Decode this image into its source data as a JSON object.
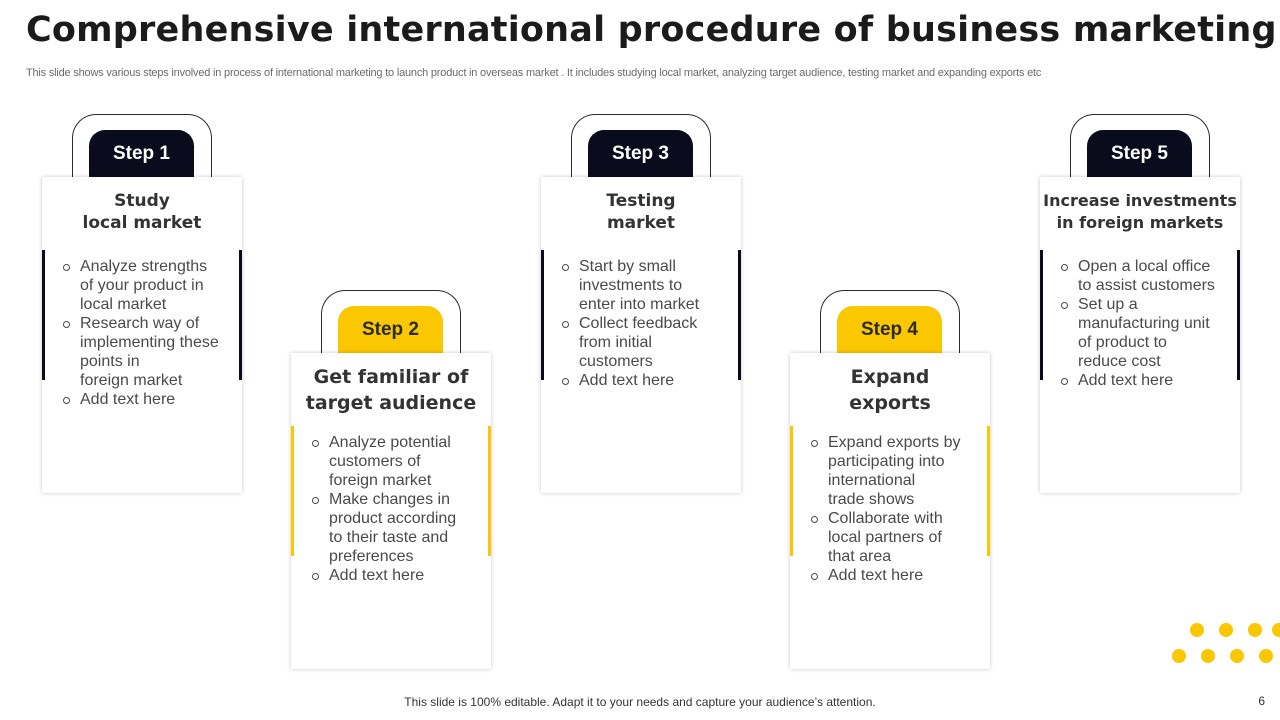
{
  "slide": {
    "title": "Comprehensive international procedure of business marketing",
    "subtitle": "This slide shows various steps involved in process of international marketing to launch product in overseas market . It includes studying local market, analyzing target audience, testing market and expanding exports etc",
    "footer": "This slide is 100% editable. Adapt it to your needs and capture your audience’s attention.",
    "page_number": "6"
  },
  "colors": {
    "dark": "#0a0b1c",
    "yellow": "#fbc700"
  },
  "steps": [
    {
      "label": "Step 1",
      "title": "Study\nlocal market",
      "bullets": [
        "Analyze strengths\nof your product in\nlocal market",
        "Research way of\nimplementing these\npoints in\nforeign market",
        "Add text here"
      ]
    },
    {
      "label": "Step 2",
      "title": "Get familiar of\ntarget audience",
      "bullets": [
        "Analyze potential\ncustomers of\nforeign market",
        "Make changes in\nproduct according\nto their taste and\npreferences",
        "Add text here"
      ]
    },
    {
      "label": "Step 3",
      "title": "Testing\nmarket",
      "bullets": [
        "Start by small\ninvestments to\nenter into market",
        "Collect feedback\nfrom initial\ncustomers",
        "Add text here"
      ]
    },
    {
      "label": "Step 4",
      "title": "Expand\nexports",
      "bullets": [
        "Expand exports by\nparticipating into\ninternational\ntrade shows",
        "Collaborate with\nlocal partners of\nthat area",
        "Add text here"
      ]
    },
    {
      "label": "Step  5",
      "title": "Increase investments\nin foreign markets",
      "bullets": [
        "Open a local office\nto assist customers",
        "Set up a\nmanufacturing unit\nof product to\nreduce cost",
        "Add text here"
      ]
    }
  ]
}
